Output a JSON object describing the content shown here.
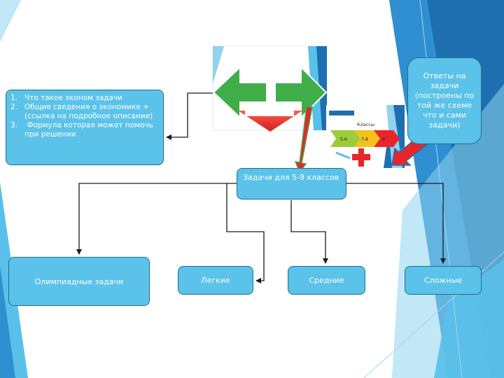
{
  "theme": {
    "accent": "#5bc2e9",
    "dark_accent": "#1f6f93",
    "deco_blue": "#1e6fb0",
    "deco_light": "#8fd3ef",
    "arrow_green": "#3fae49",
    "arrow_red": "#e8262a"
  },
  "info_box": {
    "items": [
      {
        "num": "1.",
        "text": "Что такое эконом задачи"
      },
      {
        "num": "2.",
        "text": "Общие сведения о экономике + (ссылка на подробное описание)"
      },
      {
        "num": "3.",
        "text": " Формула которая может помочь при решении"
      }
    ]
  },
  "answers_box": {
    "text": "Ответы на задачи (построены по той же схеме что и сами задачи)"
  },
  "main_box": {
    "text": "Задачи для 5-9 классов"
  },
  "categories": {
    "olympiad": "Олимпиадные задачи",
    "easy": "Легкие",
    "medium": "Средние",
    "hard": "Сложные"
  },
  "mini_slide": {
    "header": "Классы",
    "chevrons": [
      "5-6",
      "7-8",
      "9"
    ]
  },
  "icons": [
    "double-arrow-icon",
    "down-arrow-icon",
    "cross-icon"
  ]
}
